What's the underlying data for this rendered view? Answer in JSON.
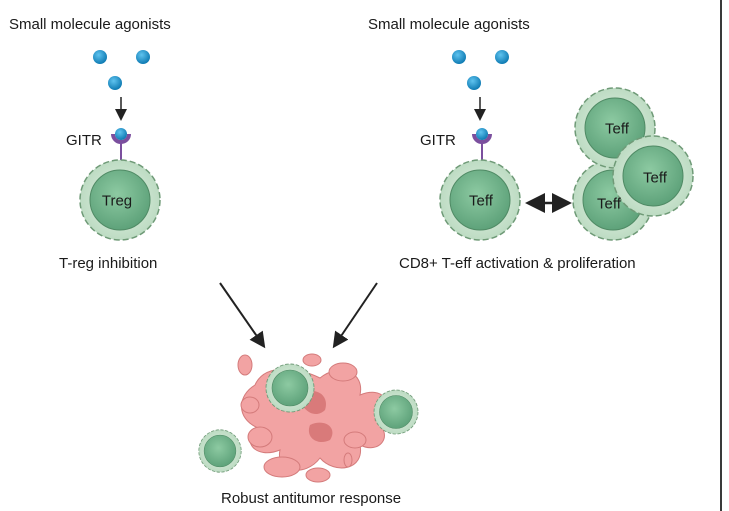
{
  "left_panel": {
    "agonist_label": "Small molecule agonists",
    "receptor_label": "GITR",
    "cell_label": "Treg",
    "caption": "T-reg inhibition"
  },
  "right_panel": {
    "agonist_label": "Small molecule agonists",
    "receptor_label": "GITR",
    "cell_label": "Teff",
    "proliferated_cells": [
      "Teff",
      "Teff",
      "Teff"
    ],
    "caption": "CD8+ T-eff activation & proliferation"
  },
  "bottom": {
    "caption": "Robust antitumor response"
  },
  "colors": {
    "agonist": "#1a8fc9",
    "receptor": "#7b4f9e",
    "cell_outer": "#cfe6d2",
    "cell_nucleus": "#6fb48a",
    "tumor": "#f2a3a3",
    "tumor_dark": "#d97a7a",
    "arrow": "#222222"
  }
}
